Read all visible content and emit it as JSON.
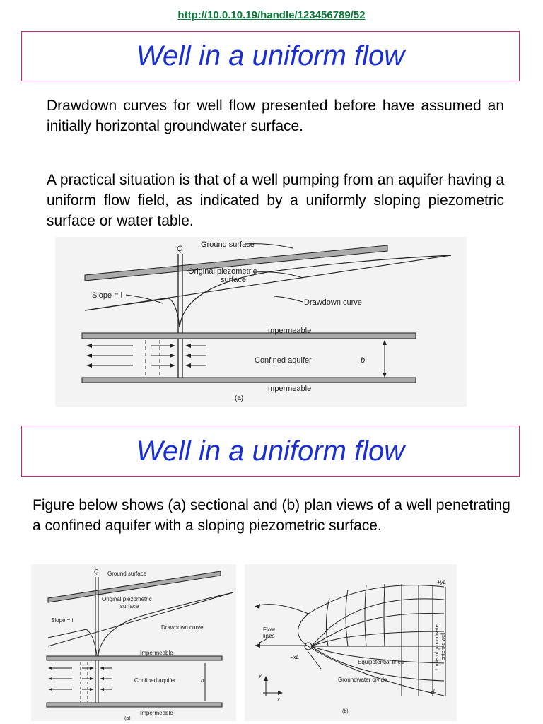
{
  "header": {
    "url": "http://10.0.10.19/handle/123456789/52"
  },
  "slide1": {
    "title": "Well in a uniform flow",
    "para1": "Drawdown curves for well flow presented before have assumed an initially horizontal groundwater surface.",
    "para2": "A practical situation is that of a well pumping from an aquifer having a uniform flow field, as indicated by a uniformly sloping piezometric surface or water table.",
    "figure": {
      "q": "Q",
      "ground_surface": "Ground surface",
      "original_piezometric_1": "Original piezometric",
      "original_piezometric_2": "surface",
      "slope": "Slope = i",
      "drawdown_curve": "Drawdown curve",
      "impermeable_top": "Impermeable",
      "confined_aquifer": "Confined aquifer",
      "b": "b",
      "impermeable_bottom": "Impermeable",
      "caption": "(a)"
    }
  },
  "slide2": {
    "title": "Well in a uniform flow",
    "para": "Figure below shows (a) sectional and (b)  plan views of a well penetrating a confined aquifer with a sloping piezometric surface.",
    "figure_a": {
      "q": "Q",
      "ground_surface": "Ground surface",
      "original_piezometric_1": "Original piezometric",
      "original_piezometric_2": "surface",
      "slope": "Slope = i",
      "drawdown_curve": "Drawdown curve",
      "impermeable_top": "Impermeable",
      "confined_aquifer": "Confined aquifer",
      "b": "b",
      "impermeable_bottom": "Impermeable",
      "caption": "(a)"
    },
    "figure_b": {
      "plus_yl": "+yL",
      "limits_1": "Limits of groundwater",
      "limits_2": "entering well",
      "flow_lines_1": "Flow",
      "flow_lines_2": "lines",
      "minus_xl": "−xL",
      "equipotential_lines": "Equipotential lines",
      "y": "y",
      "x": "x",
      "groundwater_divide": "Groundwater divide",
      "minus_yl": "−yL",
      "caption": "(b)"
    }
  }
}
